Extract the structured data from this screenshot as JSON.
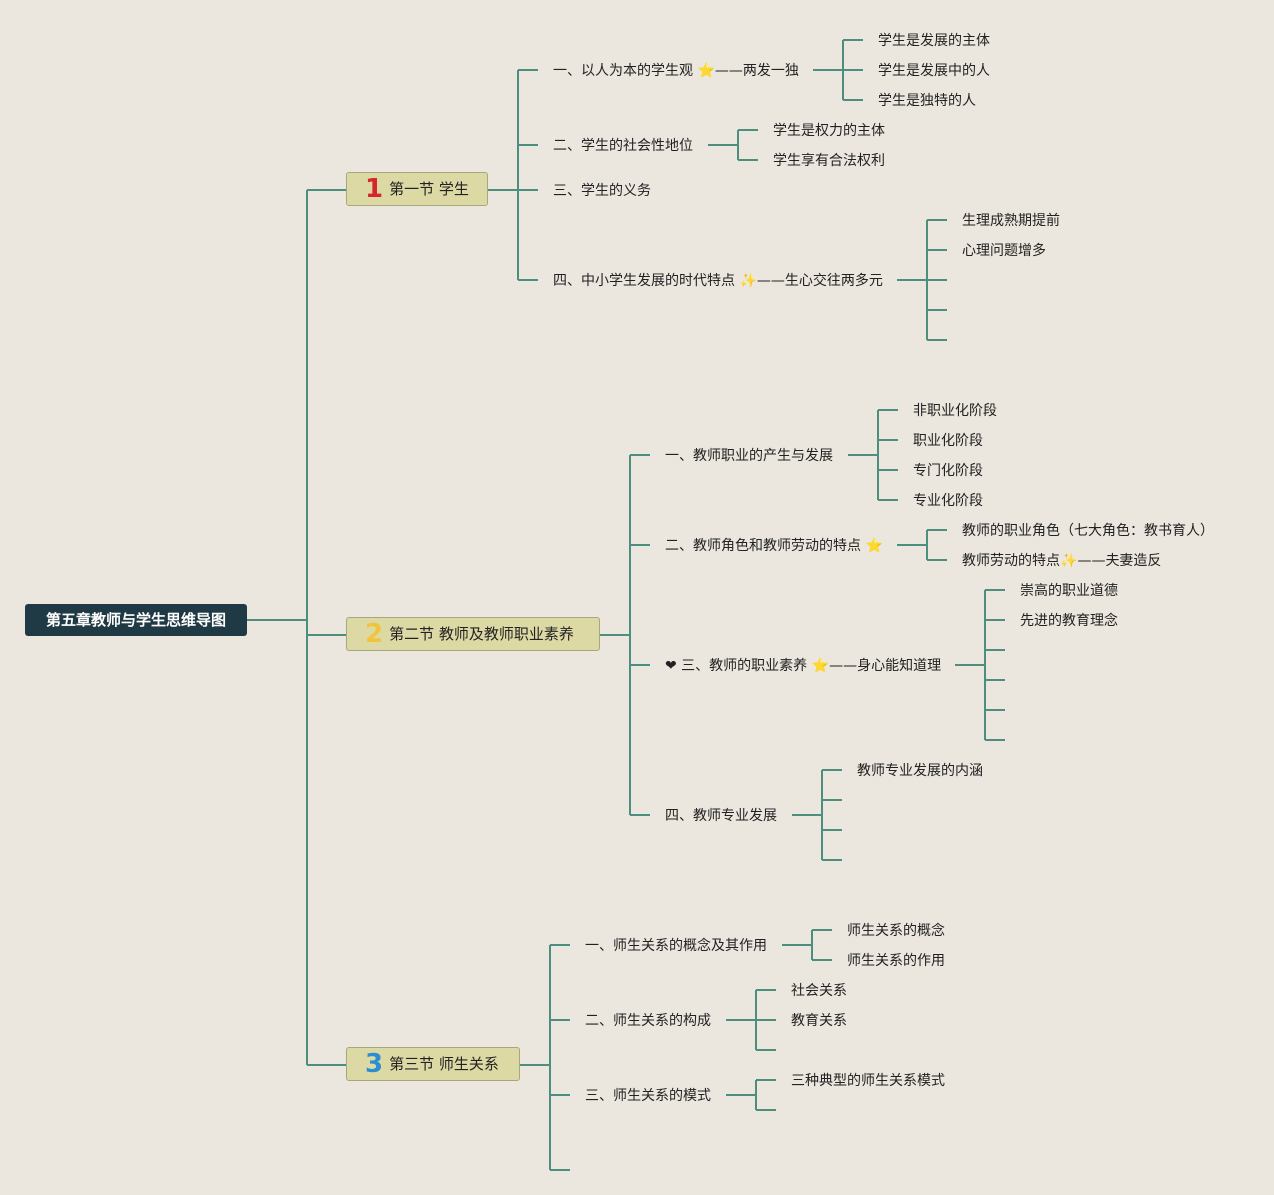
{
  "root": "第五章教师与学生思维导图",
  "sections": [
    {
      "num": "1",
      "label": "第一节 学生"
    },
    {
      "num": "2",
      "label": "第二节 教师及教师职业素养"
    },
    {
      "num": "3",
      "label": "第三节 师生关系"
    }
  ],
  "s1": {
    "b1": {
      "pre": "一、以人为本的学生观 ",
      "icon": "⭐",
      "post": "——两发一独"
    },
    "b1_items": [
      "学生是发展的主体",
      "学生是发展中的人",
      "学生是独特的人"
    ],
    "b2": "二、学生的社会性地位",
    "b2_items": [
      "学生是权力的主体",
      "学生享有合法权利"
    ],
    "b3": "三、学生的义务",
    "b4": {
      "pre": "四、中小学生发展的时代特点 ",
      "icon": "✨",
      "post": "——生心交往两多元"
    },
    "b4_items": [
      "生理成熟期提前",
      "心理问题增多"
    ]
  },
  "s2": {
    "b1": "一、教师职业的产生与发展",
    "b1_items": [
      "非职业化阶段",
      "职业化阶段",
      "专门化阶段",
      "专业化阶段"
    ],
    "b2": {
      "pre": "二、教师角色和教师劳动的特点 ",
      "icon": "⭐"
    },
    "b2_items": [
      "教师的职业角色（七大角色：教书育人）"
    ],
    "b2_item2": {
      "pre": "教师劳动的特点",
      "icon": "✨",
      "post": "——夫妻造反"
    },
    "b3": {
      "heart": "❤",
      "pre": " 三、教师的职业素养 ",
      "icon": "⭐",
      "post": "——身心能知道理"
    },
    "b3_items": [
      "崇高的职业道德",
      "先进的教育理念"
    ],
    "b4": "四、教师专业发展",
    "b4_items": [
      "教师专业发展的内涵"
    ]
  },
  "s3": {
    "b1": "一、师生关系的概念及其作用",
    "b1_items": [
      "师生关系的概念",
      "师生关系的作用"
    ],
    "b2": "二、师生关系的构成",
    "b2_items": [
      "社会关系",
      "教育关系"
    ],
    "b3": "三、师生关系的模式",
    "b3_items": [
      "三种典型的师生关系模式"
    ]
  },
  "colors": {
    "line": "#4d8e7e",
    "root_bg": "#1f3a44",
    "section_bg": "#ddd9a5"
  }
}
